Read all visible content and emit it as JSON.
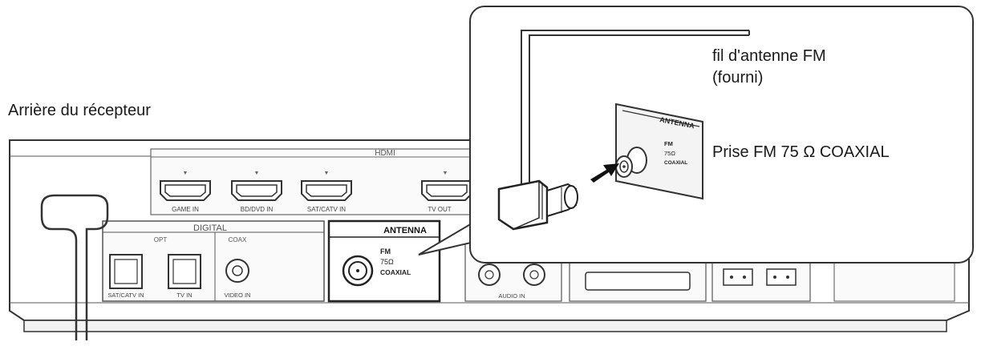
{
  "labels": {
    "receiver_back": "Arrière du récepteur",
    "fm_wire_line1": "fil d'antenne FM",
    "fm_wire_line2": "(fourni)",
    "fm_jack": "Prise FM 75 Ω COAXIAL"
  },
  "panel": {
    "hdmi_header": "HDMI",
    "hdmi_ports": [
      "GAME IN",
      "BD/DVD IN",
      "SAT/CATV IN",
      "TV OUT"
    ],
    "digital_header": "DIGITAL",
    "opt_header": "OPT",
    "coax_header": "COAX",
    "opt_ports": [
      "SAT/CATV IN",
      "TV IN"
    ],
    "video_in": "VIDEO IN",
    "audio_in": "AUDIO IN",
    "antenna_header": "ANTENNA",
    "antenna_fm": "FM",
    "antenna_ohm": "75Ω",
    "antenna_coaxial": "COAXIAL"
  },
  "zoom": {
    "antenna_header": "ANTENNA",
    "fm": "FM",
    "ohm": "75Ω",
    "coaxial": "COAXIAL"
  }
}
